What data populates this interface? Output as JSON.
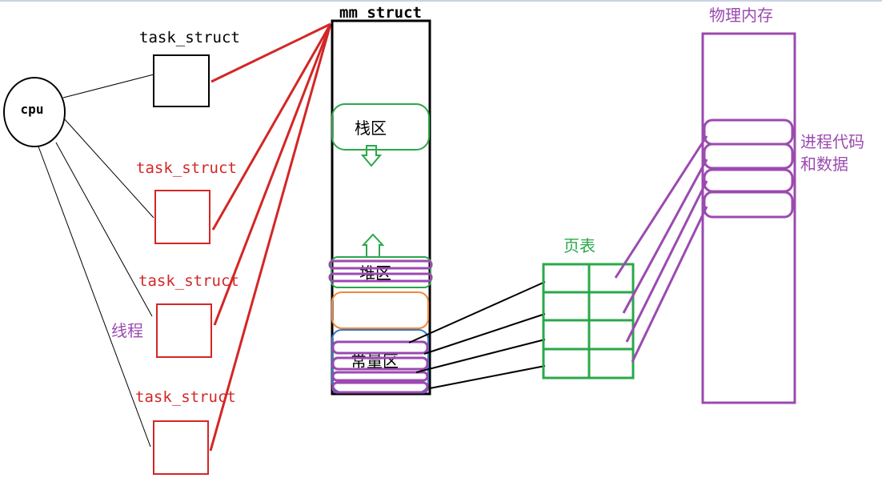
{
  "cpu": {
    "label": "cpu"
  },
  "tasks": [
    {
      "label": "task_struct",
      "color": "#000000"
    },
    {
      "label": "task_struct",
      "color": "#d42626"
    },
    {
      "label": "task_struct",
      "color": "#d42626"
    },
    {
      "label": "task_struct",
      "color": "#d42626"
    }
  ],
  "thread_label": "线程",
  "mm": {
    "title": "mm_struct",
    "stack_label": "栈区",
    "heap_label": "堆区",
    "const_label": "常量区"
  },
  "page_table": {
    "title": "页表"
  },
  "physical": {
    "title": "物理内存",
    "code_label_line1": "进程代码",
    "code_label_line2": "和数据"
  },
  "colors": {
    "red": "#d42626",
    "green": "#2aa84a",
    "purple": "#9b4ab0",
    "orange": "#f0883a",
    "blue": "#2f78c8",
    "black": "#000000"
  },
  "icons": {
    "down_arrow": "arrow-down-icon",
    "up_arrow": "arrow-up-icon"
  }
}
